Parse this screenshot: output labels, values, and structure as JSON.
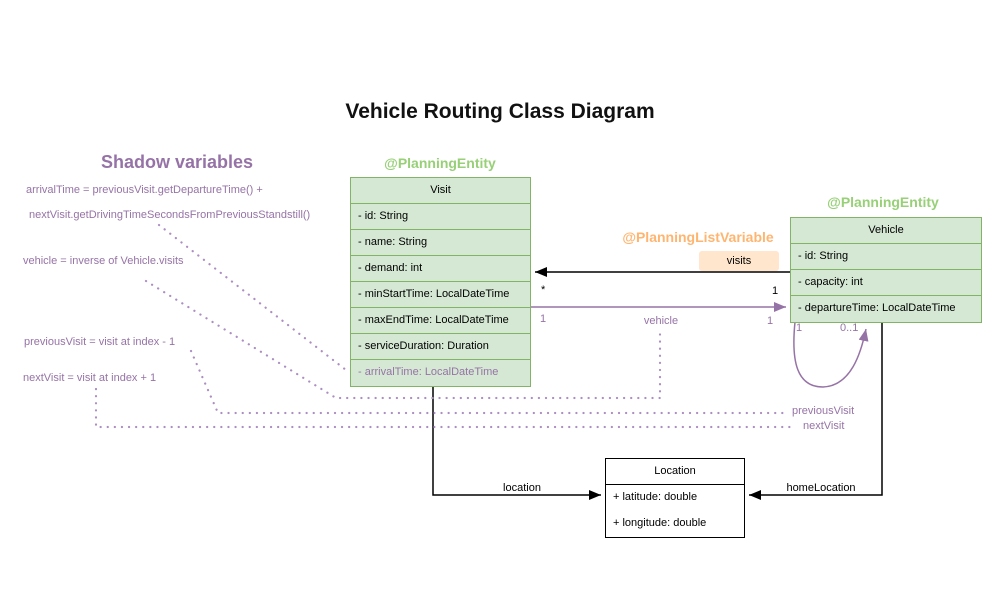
{
  "title": "Vehicle Routing Class Diagram",
  "shadow_variables": {
    "heading": "Shadow variables",
    "arrival_time_line1": "arrivalTime = previousVisit.getDepartureTime() +",
    "arrival_time_line2": "nextVisit.getDrivingTimeSecondsFromPreviousStandstill()",
    "vehicle_rule": "vehicle = inverse of Vehicle.visits",
    "previous_visit_rule": "previousVisit = visit at index - 1",
    "next_visit_rule": "nextVisit = visit at index + 1"
  },
  "annotations": {
    "visit_entity": "@PlanningEntity",
    "vehicle_entity": "@PlanningEntity",
    "planning_list_variable": "@PlanningListVariable"
  },
  "classes": {
    "visit": {
      "name": "Visit",
      "fields": [
        "- id: String",
        "- name: String",
        "- demand: int",
        "- minStartTime: LocalDateTime",
        "- maxEndTime: LocalDateTime",
        "- serviceDuration: Duration",
        "- arrivalTime: LocalDateTime"
      ]
    },
    "vehicle": {
      "name": "Vehicle",
      "fields": [
        "- id: String",
        "- capacity: int",
        "- departureTime: LocalDateTime"
      ]
    },
    "location": {
      "name": "Location",
      "fields": [
        "+ latitude: double",
        "+ longitude: double"
      ]
    }
  },
  "associations": {
    "visits": {
      "label": "visits",
      "visit_end_multiplicity": "*",
      "vehicle_end_multiplicity": "1"
    },
    "vehicle": {
      "label": "vehicle",
      "visit_end_multiplicity": "1",
      "vehicle_end_multiplicity": "1"
    },
    "self_loop": {
      "source_multiplicity": "1",
      "target_multiplicity": "0..1"
    },
    "previous_visit_label": "previousVisit",
    "next_visit_label": "nextVisit",
    "location_label": "location",
    "home_location_label": "homeLocation"
  },
  "colors": {
    "class_fill": "#d5e8d4",
    "class_border": "#82b366",
    "entity_annotation_text": "#97d077",
    "list_variable_annotation_text": "#ffb570",
    "visits_badge_fill": "#ffe6cc",
    "purple": "#9673a6",
    "dotted_connector": "#ab8ec2",
    "black": "#000000"
  }
}
